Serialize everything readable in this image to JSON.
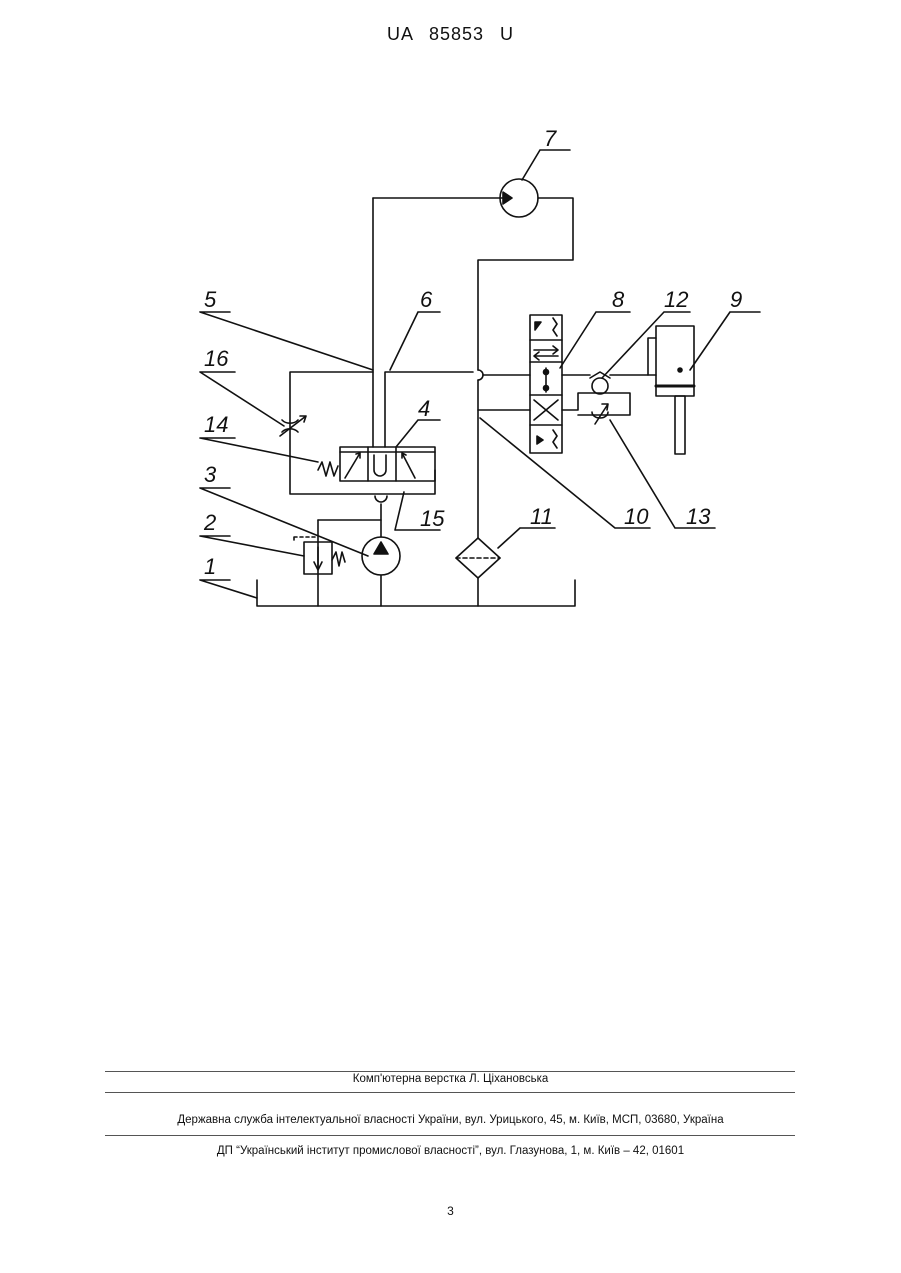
{
  "header": {
    "patent_id": "UA   85853   U"
  },
  "diagram": {
    "labels": {
      "l1": "1",
      "l2": "2",
      "l3": "3",
      "l4": "4",
      "l5": "5",
      "l6": "6",
      "l7": "7",
      "l8": "8",
      "l9": "9",
      "l10": "10",
      "l11": "11",
      "l12": "12",
      "l13": "13",
      "l14": "14",
      "l15": "15",
      "l16": "16"
    }
  },
  "footer": {
    "typesetting": "Комп'ютерна верстка Л. Ціхановська",
    "agency": "Державна служба інтелектуальної власності України, вул. Урицького, 45, м. Київ, МСП, 03680, Україна",
    "institute": "ДП “Український інститут промислової власності”, вул. Глазунова, 1, м. Київ – 42, 01601"
  },
  "page": {
    "number": "3"
  }
}
